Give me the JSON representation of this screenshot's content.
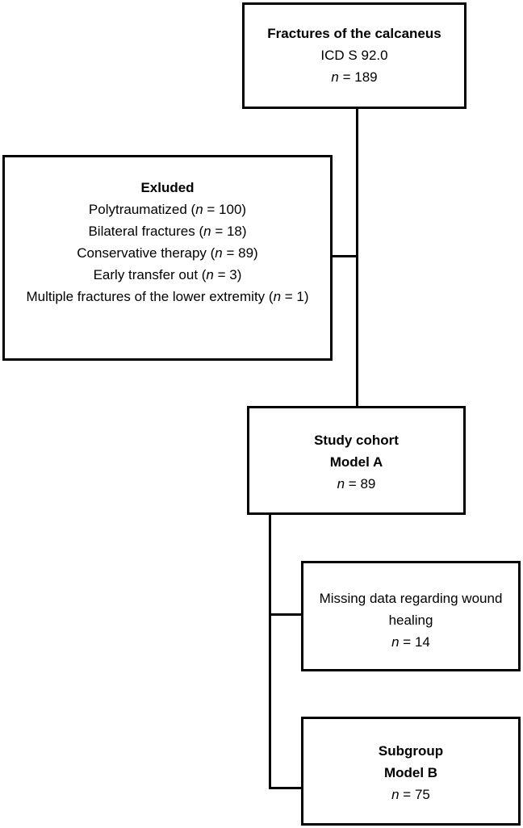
{
  "colors": {
    "border": "#000000",
    "text": "#000000",
    "background": "#ffffff"
  },
  "boxes": {
    "fractures": {
      "title": "Fractures of the calcaneus",
      "subtitle": "ICD S 92.0",
      "n_italic": "n",
      "n_rest": " = 189"
    },
    "excluded": {
      "title": "Exluded",
      "items": [
        {
          "pre": "Polytraumatized (",
          "n": "n",
          "post": " = 100)"
        },
        {
          "pre": "Bilateral fractures (",
          "n": "n",
          "post": " = 18)"
        },
        {
          "pre": "Conservative therapy (",
          "n": "n",
          "post": " = 89)"
        },
        {
          "pre": "Early transfer out (",
          "n": "n",
          "post": " = 3)"
        },
        {
          "pre": "Multiple fractures of the lower extremity (",
          "n": "n",
          "post": " = 1)"
        }
      ]
    },
    "study_cohort": {
      "title": "Study cohort",
      "subtitle": "Model A",
      "n_italic": "n",
      "n_rest": " = 89"
    },
    "missing_data": {
      "title": "Missing data regarding wound healing",
      "n_italic": "n",
      "n_rest": " = 14"
    },
    "subgroup": {
      "title": "Subgroup",
      "subtitle": "Model B",
      "n_italic": "n",
      "n_rest": " = 75"
    }
  }
}
